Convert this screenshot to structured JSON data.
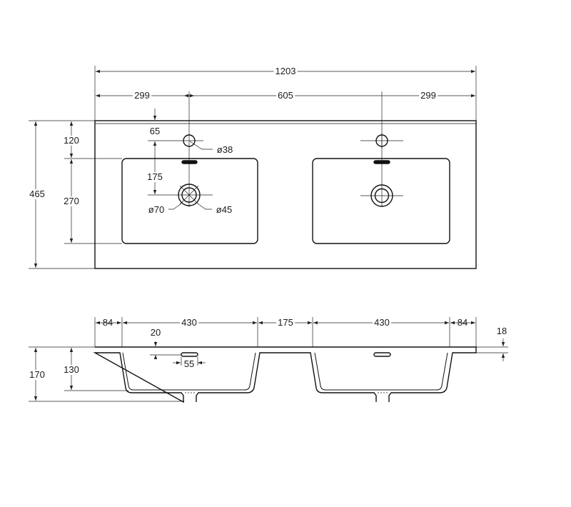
{
  "top_view": {
    "overall_width": "1203",
    "left_offset": "299",
    "tap_spacing": "605",
    "right_offset": "299",
    "overall_depth": "465",
    "front_to_basin": "120",
    "basin_depth": "270",
    "tap_to_basin": "65",
    "tap_to_drain": "175",
    "tap_hole_diameter": "ø38",
    "drain_outer_diameter": "ø70",
    "drain_inner_diameter": "ø45"
  },
  "side_view": {
    "edge_left": "84",
    "basin_left_width": "430",
    "basin_gap": "175",
    "basin_right_width": "430",
    "edge_right": "84",
    "slab_thickness": "18",
    "overflow_depth": "20",
    "overflow_width": "55",
    "bowl_depth": "130",
    "total_height": "170"
  },
  "colors": {
    "line": "#1a1a1a",
    "dim": "#333333"
  }
}
